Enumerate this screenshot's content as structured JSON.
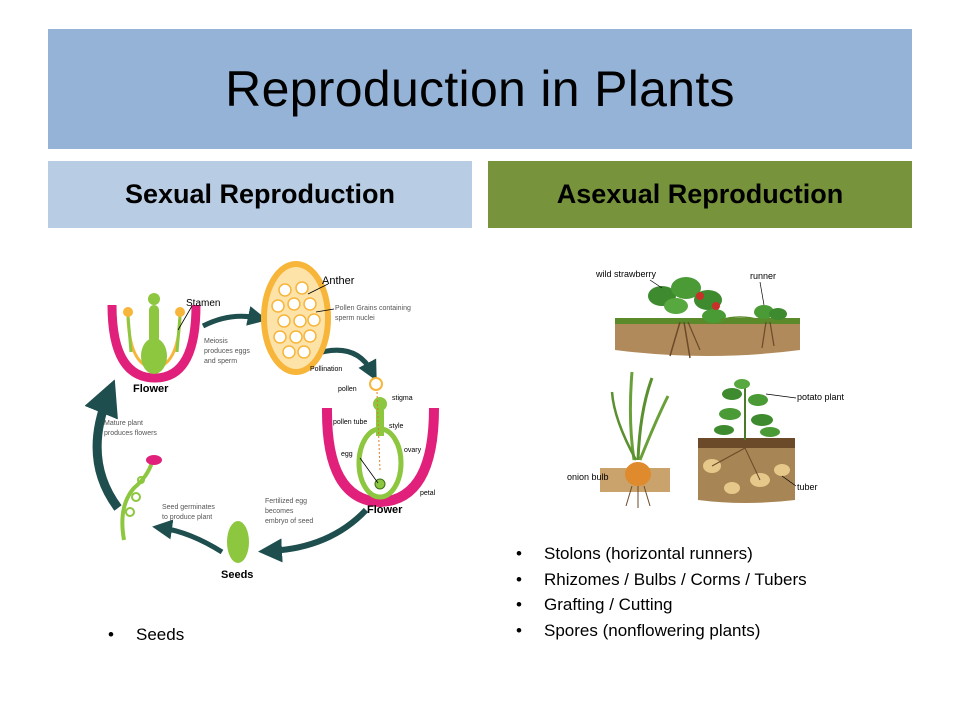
{
  "slide": {
    "title": "Reproduction in Plants",
    "columns": [
      {
        "heading": "Sexual Reproduction",
        "bullets": [
          "Seeds"
        ],
        "diagram": {
          "labels": {
            "stamen": "Stamen",
            "anther": "Anther",
            "pollen_grains_1": "Pollen Grains containing",
            "pollen_grains_2": "sperm nuclei",
            "meiosis_1": "Meiosis",
            "meiosis_2": "produces eggs",
            "meiosis_3": "and sperm",
            "flower_top": "Flower",
            "pollination": "Pollination",
            "pollen": "pollen",
            "stigma": "stigma",
            "pollen_tube": "pollen tube",
            "style": "style",
            "ovary": "ovary",
            "egg": "egg",
            "petal": "petal",
            "flower_bottom": "Flower",
            "mature_1": "Mature plant",
            "mature_2": "produces flowers",
            "germ_1": "Seed germinates",
            "germ_2": "to produce plant",
            "fert_1": "Fertilized egg",
            "fert_2": "becomes",
            "fert_3": "embryo of seed",
            "seeds": "Seeds"
          }
        }
      },
      {
        "heading": "Asexual Reproduction",
        "bullets": [
          "Stolons (horizontal runners)",
          "Rhizomes / Bulbs / Corms / Tubers",
          "Grafting / Cutting",
          "Spores (nonflowering plants)"
        ],
        "diagram": {
          "labels": {
            "wild_strawberry": "wild strawberry",
            "runner": "runner",
            "onion_bulb": "onion bulb",
            "potato_plant": "potato plant",
            "tuber": "tuber"
          }
        }
      }
    ]
  },
  "colors": {
    "title_bg": "#95b3d7",
    "sexual_header_bg": "#b8cce4",
    "asexual_header_bg": "#77933c",
    "cycle_arrow": "#1f4e4e",
    "petal_pink": "#e0207a",
    "pistil_green": "#8dc63f",
    "anther_orange": "#f7b53a"
  }
}
